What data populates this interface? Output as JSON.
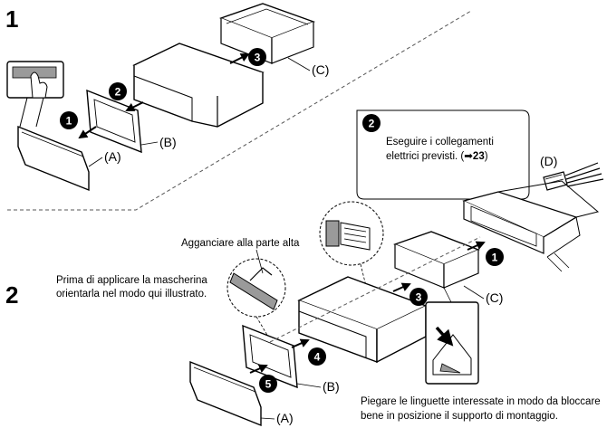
{
  "step1": {
    "number": "1",
    "labels": {
      "a": "(A)",
      "b": "(B)",
      "c": "(C)"
    },
    "badges": {
      "s1": "1",
      "s2": "2",
      "s3": "3"
    }
  },
  "step2": {
    "number": "2",
    "prefacing": "Prima di applicare la mascherina",
    "prefacing_line2": "orientarla nel modo qui illustrato.",
    "hook_caption": "Agganciare alla parte alta",
    "callout": {
      "badge": "2",
      "line1": "Eseguire i collegamenti",
      "line2_prefix": "elettrici previsti. (",
      "arrow_symbol": "➡",
      "page_ref": "23",
      "line2_suffix": ")"
    },
    "labels": {
      "a": "(A)",
      "b": "(B)",
      "c": "(C)",
      "d": "(D)"
    },
    "badges": {
      "s1": "1",
      "s3": "3",
      "s4": "4",
      "s5": "5"
    },
    "bend_note_line1": "Piegare le linguette interessate in modo da bloccare",
    "bend_note_line2": "bene in posizione il supporto di montaggio."
  },
  "colors": {
    "line": "#000000",
    "screen": "#9a9a9a",
    "dash": "#555555",
    "fill_light": "#f2f2f2",
    "badge": "#000000"
  }
}
